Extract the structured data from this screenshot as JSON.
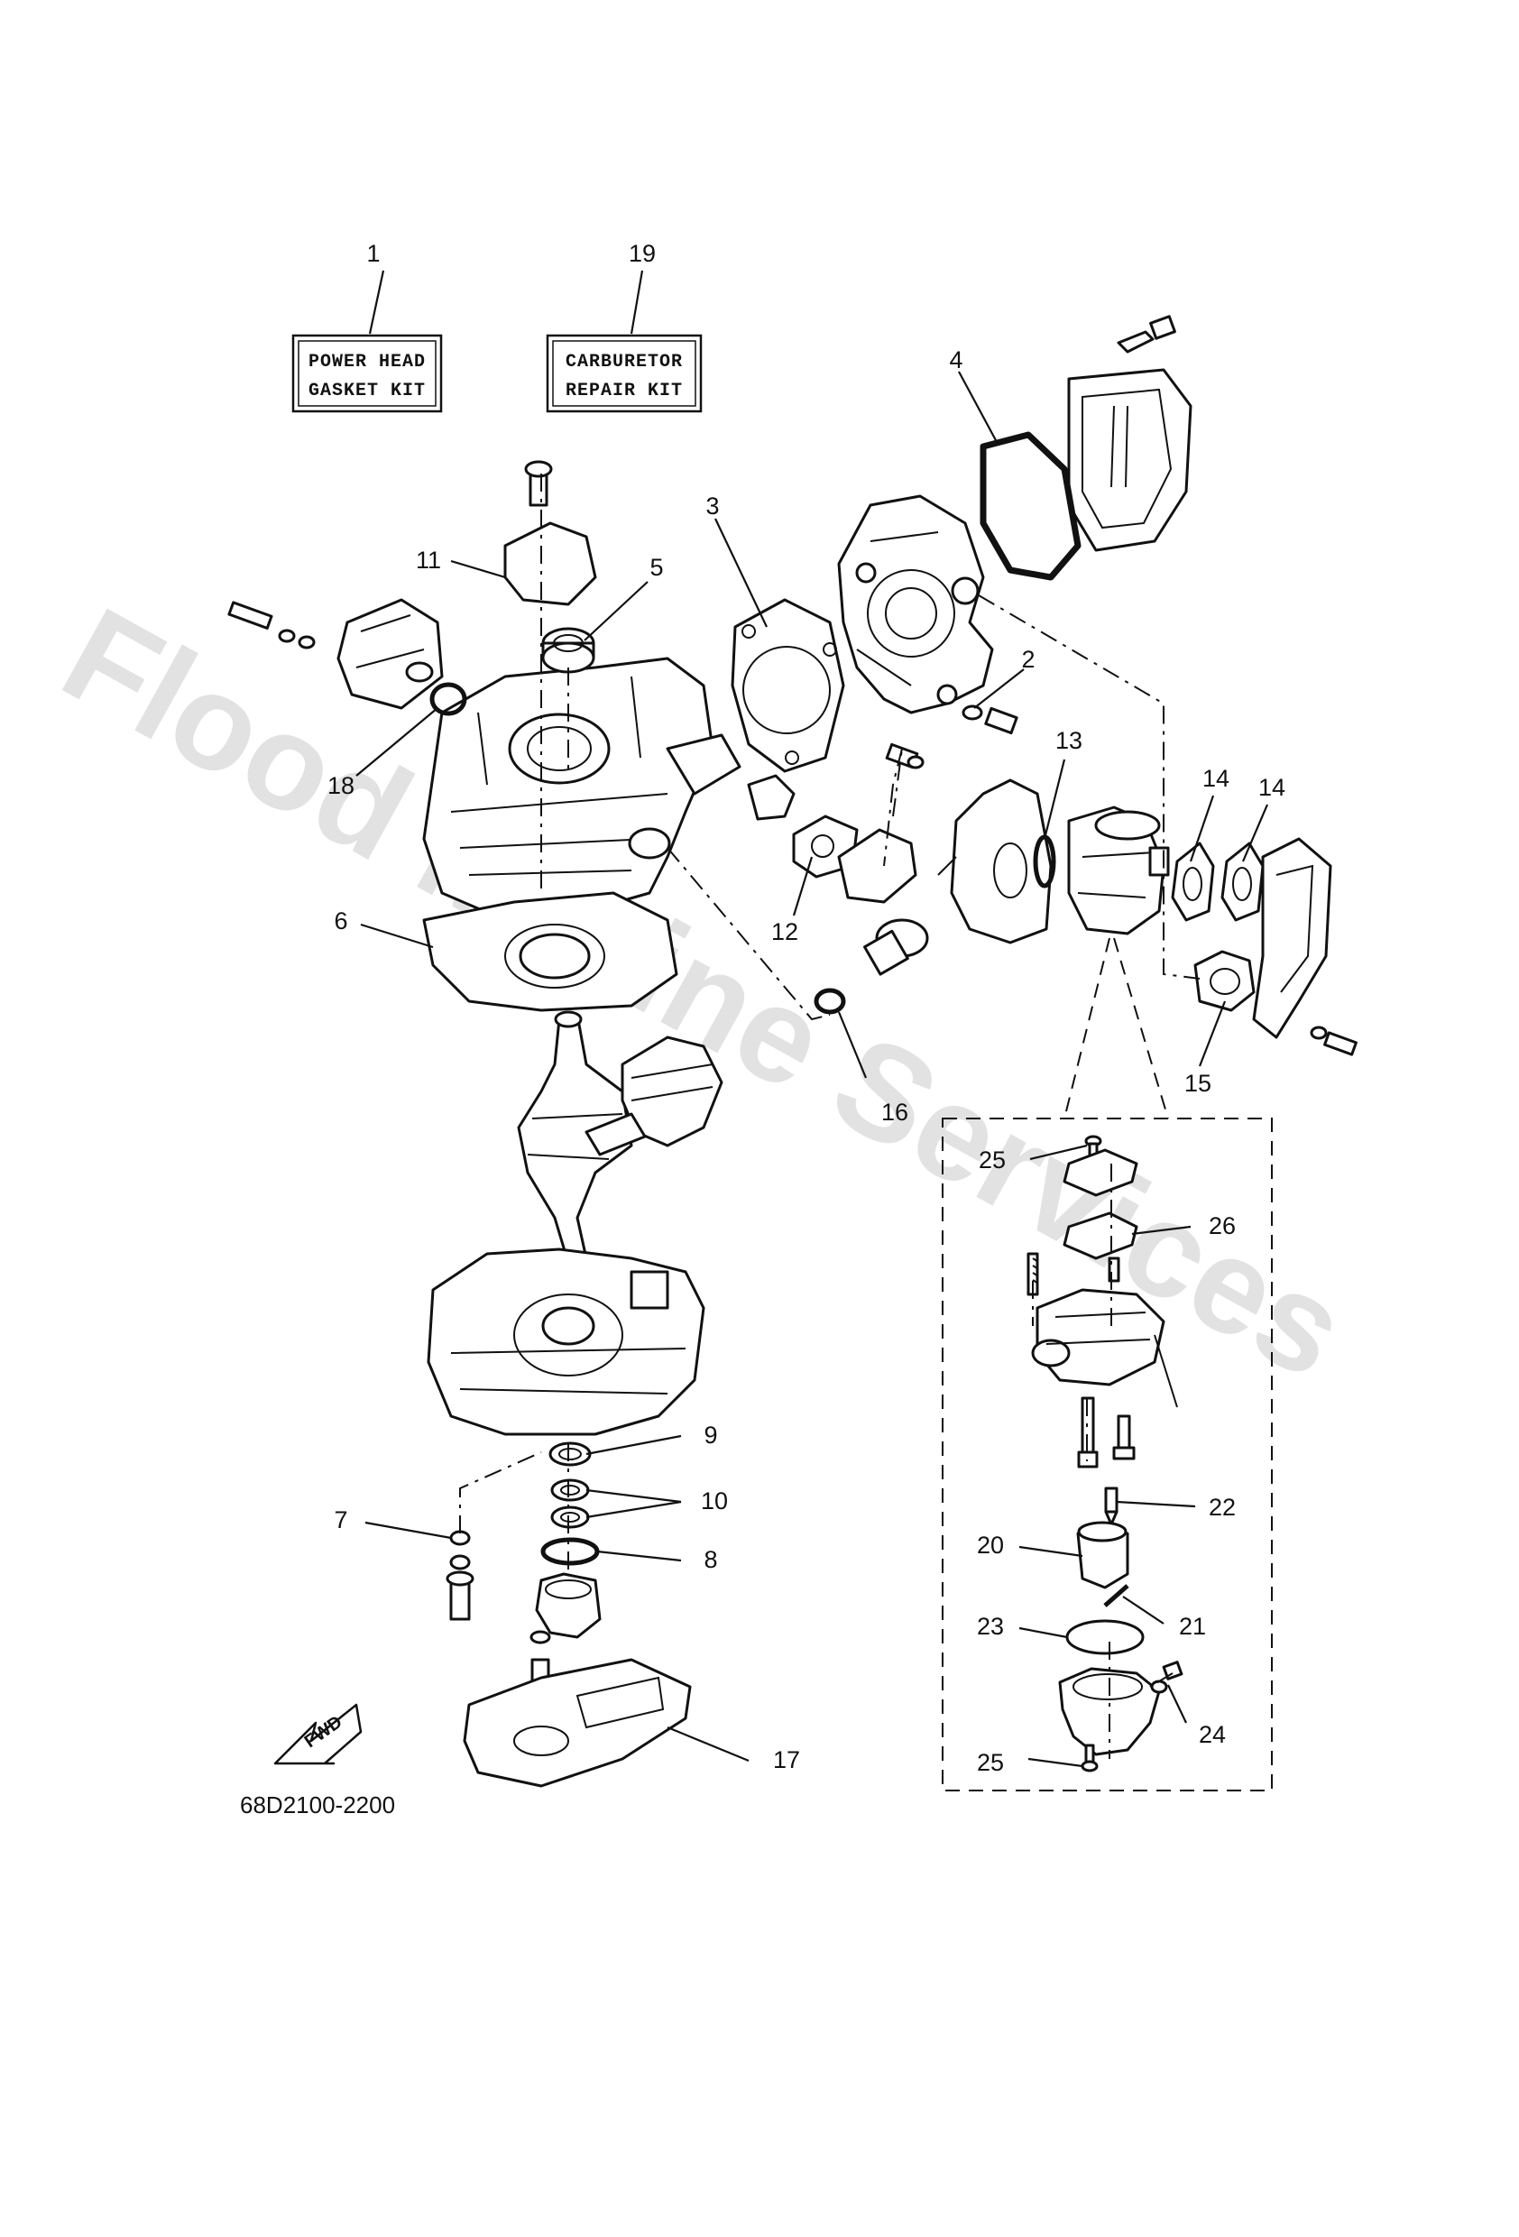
{
  "kits": [
    {
      "number": "1",
      "line1": "POWER HEAD",
      "line2": "GASKET KIT"
    },
    {
      "number": "19",
      "line1": "CARBURETOR",
      "line2": "REPAIR KIT"
    }
  ],
  "callouts": [
    "2",
    "3",
    "4",
    "5",
    "6",
    "7",
    "8",
    "9",
    "10",
    "11",
    "12",
    "13",
    "14",
    "14",
    "15",
    "16",
    "17",
    "18",
    "20",
    "21",
    "22",
    "23",
    "24",
    "25",
    "25",
    "26"
  ],
  "part_code": "68D2100-2200",
  "fwd_label": "FWD",
  "watermark": "Flood Marine Services"
}
